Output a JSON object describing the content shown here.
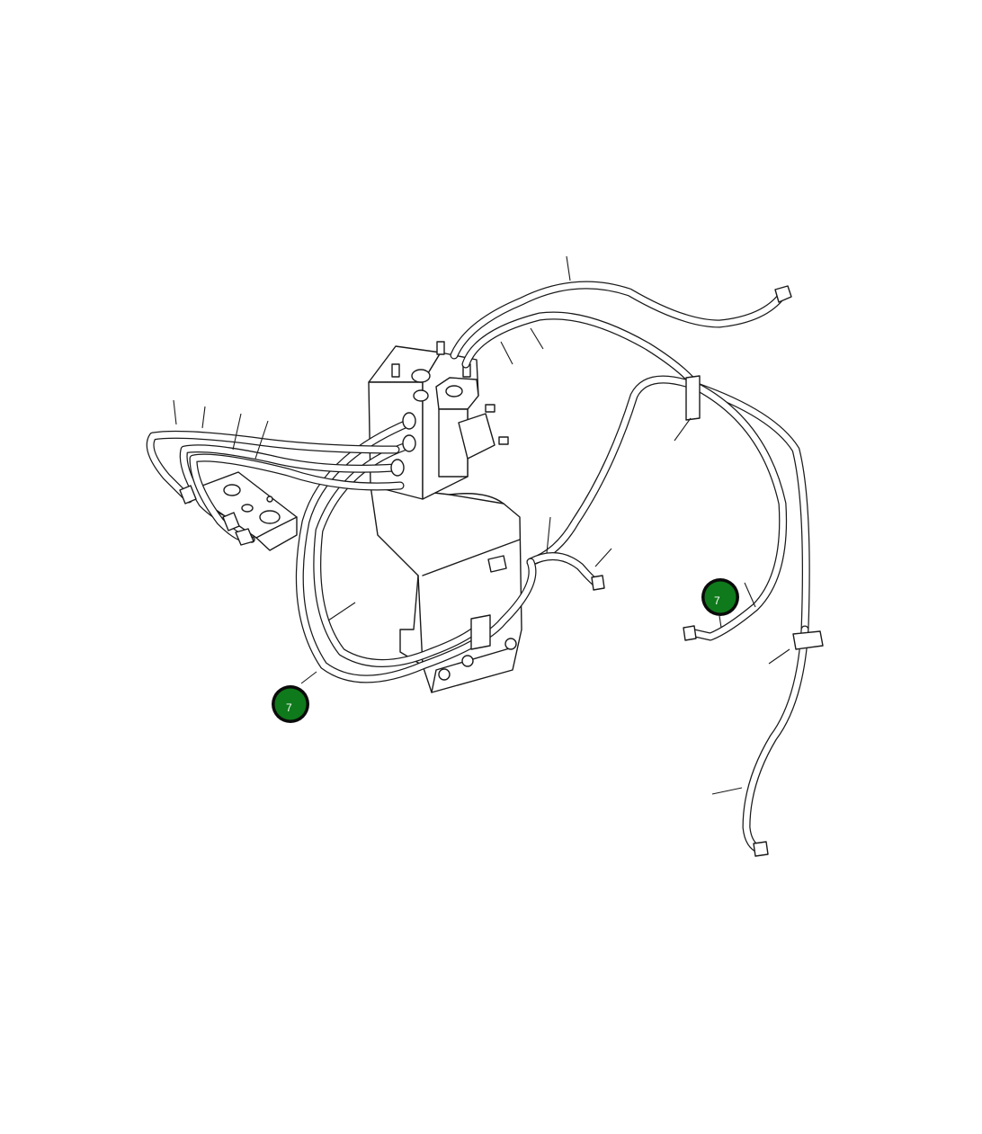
{
  "diagram": {
    "callouts": [
      {
        "id": "callout-left",
        "label": "7"
      },
      {
        "id": "callout-right",
        "label": "7"
      }
    ],
    "colors": {
      "callout_fill": "#0f7a1b",
      "callout_ring": "#0b0b0b",
      "line": "#1a1a1a",
      "background": "#ffffff"
    }
  }
}
